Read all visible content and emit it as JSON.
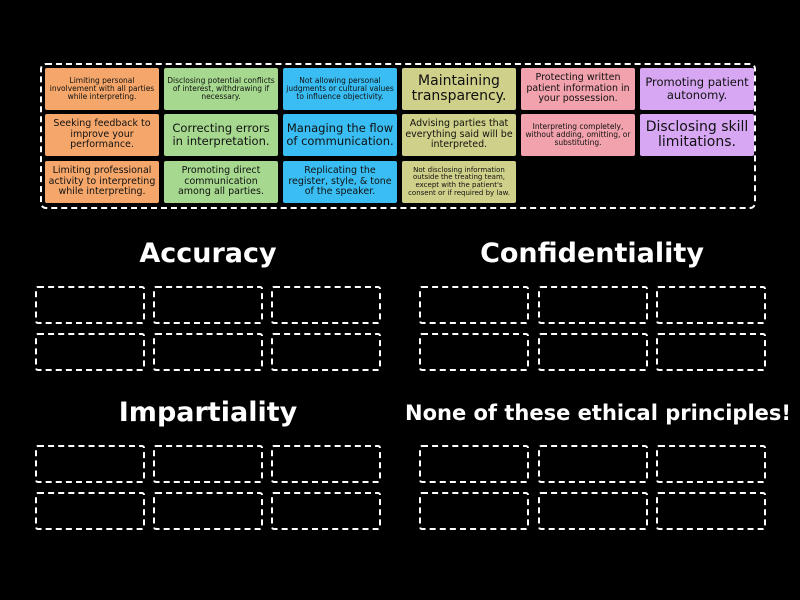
{
  "cards": [
    {
      "text": "Limiting personal involvement with all parties while interpreting.",
      "color": "orange"
    },
    {
      "text": "Disclosing potential conflicts of interest, withdrawing if necessary.",
      "color": "green"
    },
    {
      "text": "Not allowing personal judgments or cultural values to influence objectivity.",
      "color": "blue"
    },
    {
      "text": "Maintaining transparency.",
      "color": "olive"
    },
    {
      "text": "Protecting written patient information in your possession.",
      "color": "pink"
    },
    {
      "text": "Promoting patient autonomy.",
      "color": "purple"
    },
    {
      "text": "Seeking feedback to improve your performance.",
      "color": "orange"
    },
    {
      "text": "Correcting errors in interpretation.",
      "color": "green"
    },
    {
      "text": "Managing the flow of communication.",
      "color": "blue"
    },
    {
      "text": "Advising parties that everything said will be interpreted.",
      "color": "olive"
    },
    {
      "text": "Interpreting completely, without adding, omitting, or substituting.",
      "color": "pink"
    },
    {
      "text": "Disclosing skill limitations.",
      "color": "purple"
    },
    {
      "text": "Limiting professional activity to interpreting while interpreting.",
      "color": "orange"
    },
    {
      "text": "Promoting direct communication among all parties.",
      "color": "green"
    },
    {
      "text": "Replicating the register, style, & tone of the speaker.",
      "color": "blue"
    },
    {
      "text": "Not disclosing information outside the treating team, except with the patient's consent or if required by law.",
      "color": "olive"
    }
  ],
  "categories": [
    {
      "title": "Accuracy"
    },
    {
      "title": "Confidentiality"
    },
    {
      "title": "Impartiality"
    },
    {
      "title": "None of these ethical principles!"
    }
  ]
}
